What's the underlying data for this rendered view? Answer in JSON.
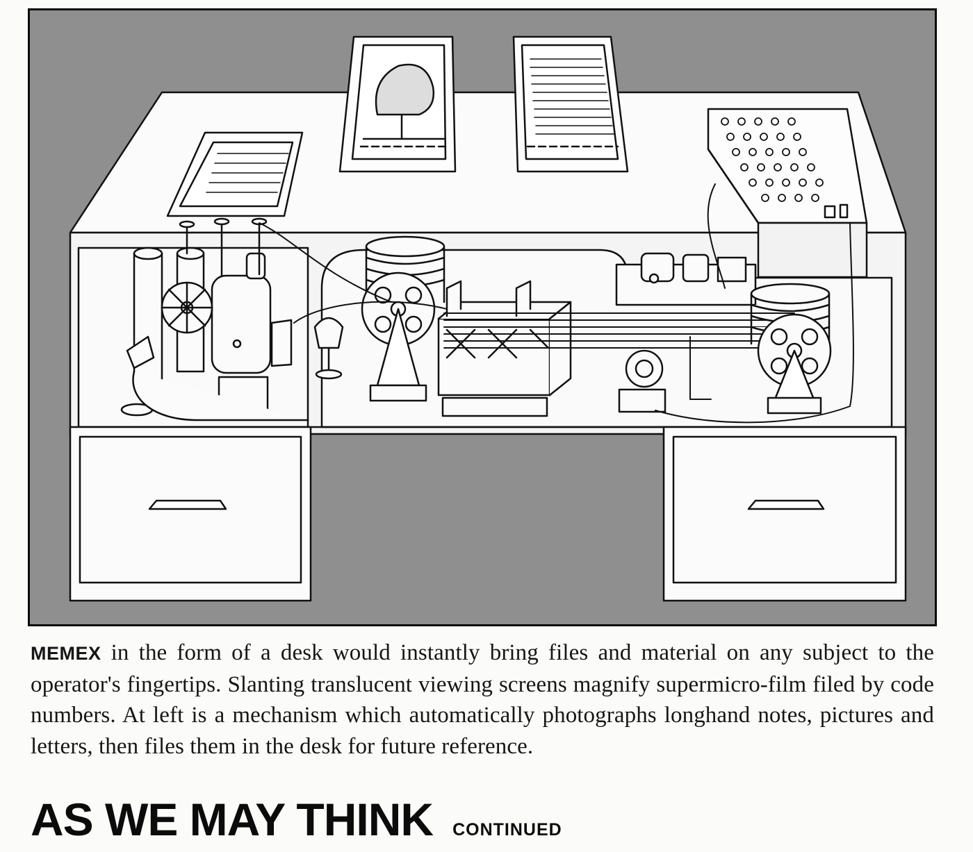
{
  "illustration": {
    "subject": "Memex desk drawing",
    "icons": [
      "viewing-screen-picture",
      "viewing-screen-text",
      "input-platen",
      "keyboard-panel",
      "film-reel",
      "camera-mechanism",
      "drawer-handle"
    ]
  },
  "caption": {
    "lead": "MEMEX",
    "body": " in the form of a desk would instantly bring files and material on any subject to the operator's fingertips. Slanting translucent viewing screens magnify supermicro-film filed by code numbers. At left is a mechanism which automatically photographs longhand notes, pictures and letters, then files them in the desk for future reference."
  },
  "heading": {
    "title": "AS WE MAY THINK",
    "continued": "CONTINUED"
  }
}
